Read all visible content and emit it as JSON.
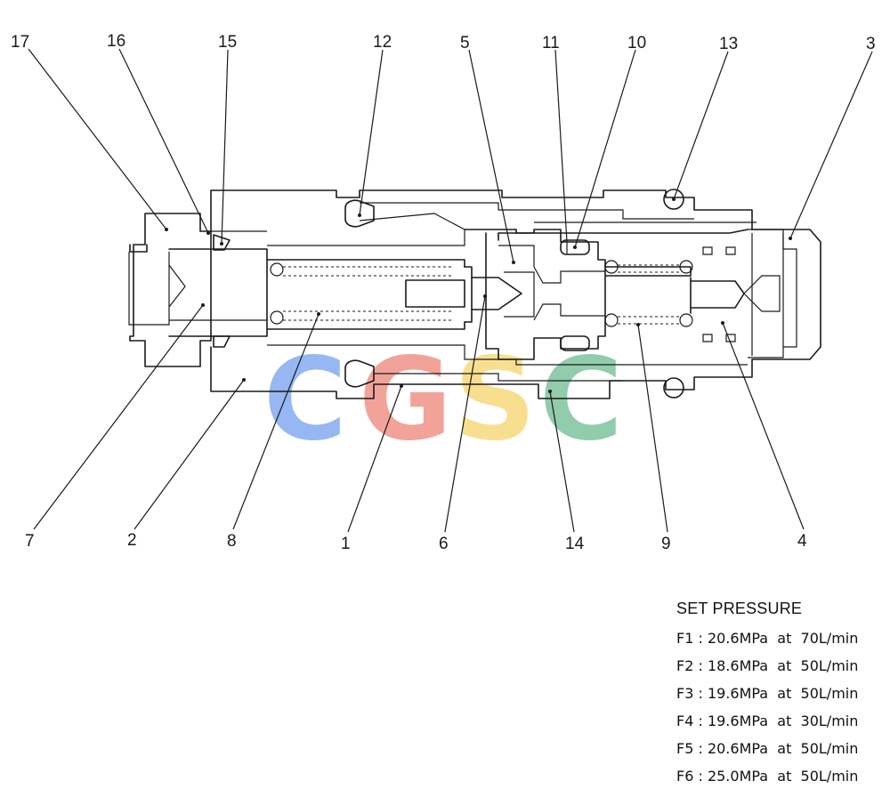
{
  "callouts": [
    "17",
    "16",
    "15",
    "12",
    "5",
    "11",
    "10",
    "13",
    "3",
    "7",
    "2",
    "8",
    "1",
    "6",
    "14",
    "9",
    "4"
  ],
  "watermark": {
    "letters": [
      "C",
      "G",
      "S",
      "C"
    ],
    "colors": [
      "#7fa8ef",
      "#ef8f84",
      "#f7d978",
      "#79c29a"
    ]
  },
  "spec": {
    "title": "SET PRESSURE",
    "rows": [
      "F1 : 20.6MPa  at  70L/min",
      "F2 : 18.6MPa  at  50L/min",
      "F3 : 19.6MPa  at  50L/min",
      "F4 : 19.6MPa  at  30L/min",
      "F5 : 20.6MPa  at  50L/min",
      "F6 : 25.0MPa  at  50L/min"
    ]
  }
}
